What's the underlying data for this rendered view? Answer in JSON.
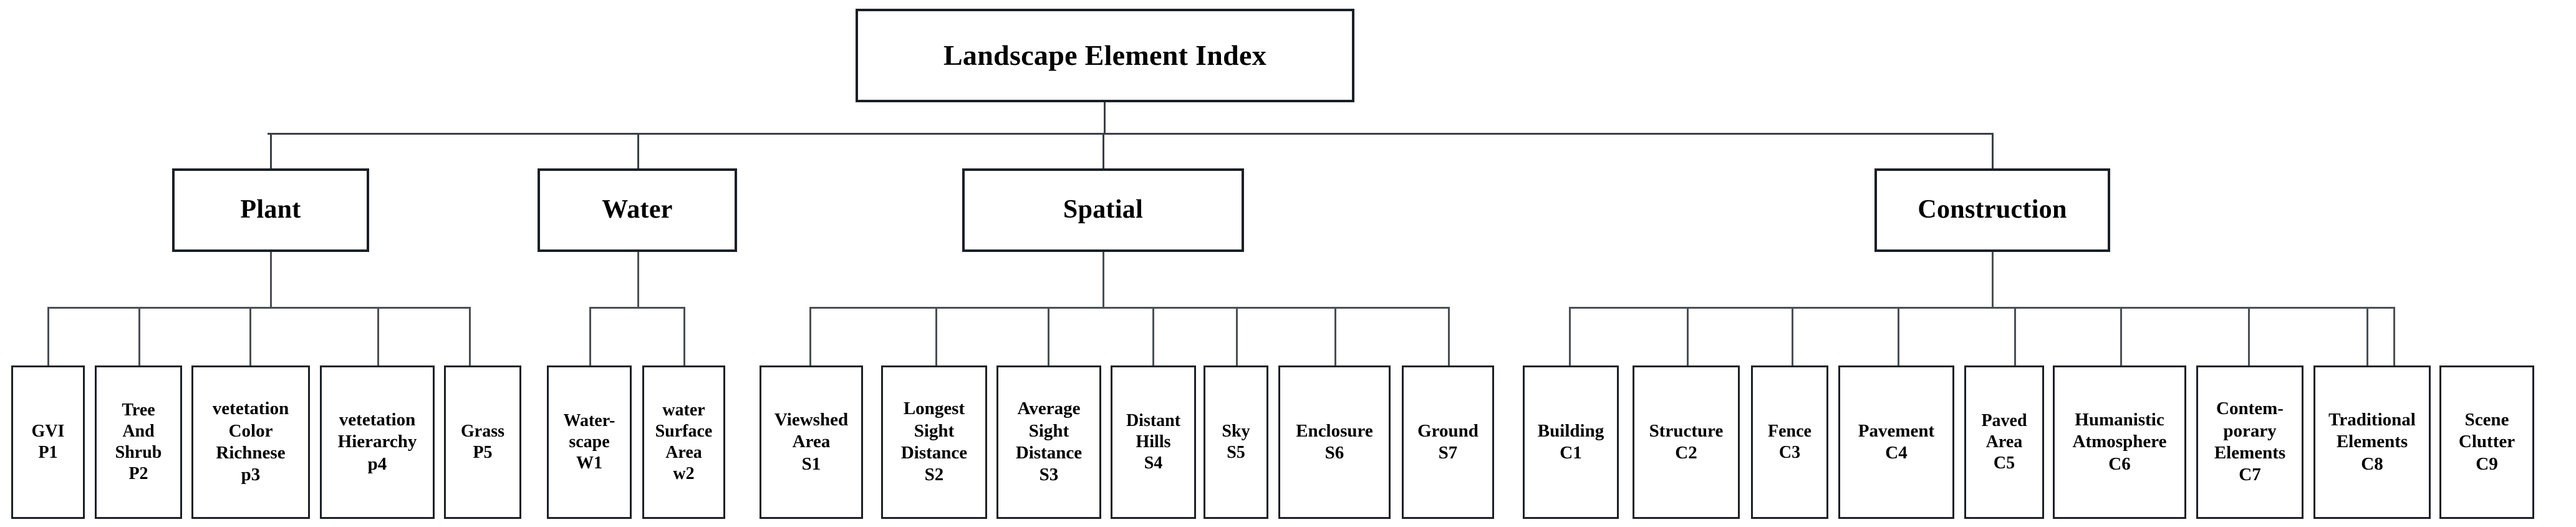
{
  "diagram": {
    "title": "Landscape Element Index",
    "type": "hierarchy-tree",
    "levels": 3,
    "root": {
      "label": "Landscape Element Index"
    },
    "categories": [
      {
        "label": "Plant"
      },
      {
        "label": "Water"
      },
      {
        "label": "Spatial"
      },
      {
        "label": "Construction"
      }
    ],
    "leaves": {
      "plant": [
        {
          "name": "GVI",
          "code": "P1",
          "text": "GVI\nP1"
        },
        {
          "name": "Tree And Shrub",
          "code": "P2",
          "text": "Tree\nAnd\nShrub\nP2"
        },
        {
          "name": "vetetation Color Richnese",
          "code": "p3",
          "text": "vetetation\nColor\nRichnese\np3"
        },
        {
          "name": "vetetation Hierarchy",
          "code": "p4",
          "text": "vetetation\nHierarchy\np4"
        },
        {
          "name": "Grass",
          "code": "P5",
          "text": "Grass\nP5"
        }
      ],
      "water": [
        {
          "name": "Water-scape",
          "code": "W1",
          "text": "Water-\nscape\nW1"
        },
        {
          "name": "water Surface Area",
          "code": "w2",
          "text": "water\nSurface\nArea\nw2"
        }
      ],
      "spatial": [
        {
          "name": "Viewshed Area",
          "code": "S1",
          "text": "Viewshed\nArea\nS1"
        },
        {
          "name": "Longest Sight Distance",
          "code": "S2",
          "text": "Longest\nSight\nDistance\nS2"
        },
        {
          "name": "Average Sight Distance",
          "code": "S3",
          "text": "Average\nSight\nDistance\nS3"
        },
        {
          "name": "Distant Hills",
          "code": "S4",
          "text": "Distant\nHills\nS4"
        },
        {
          "name": "Sky",
          "code": "S5",
          "text": "Sky\nS5"
        },
        {
          "name": "Enclosure",
          "code": "S6",
          "text": "Enclosure\nS6"
        },
        {
          "name": "Ground",
          "code": "S7",
          "text": "Ground\nS7"
        }
      ],
      "construction": [
        {
          "name": "Building",
          "code": "C1",
          "text": "Building\nC1"
        },
        {
          "name": "Structure",
          "code": "C2",
          "text": "Structure\nC2"
        },
        {
          "name": "Fence",
          "code": "C3",
          "text": "Fence\nC3"
        },
        {
          "name": "Pavement",
          "code": "C4",
          "text": "Pavement\nC4"
        },
        {
          "name": "Paved Area",
          "code": "C5",
          "text": "Paved\nArea\nC5"
        },
        {
          "name": "Humanistic Atmosphere",
          "code": "C6",
          "text": "Humanistic\nAtmosphere\nC6"
        },
        {
          "name": "Contemporary Elements",
          "code": "C7",
          "text": "Contem-\nporary\nElements\nC7"
        },
        {
          "name": "Traditional Elements",
          "code": "C8",
          "text": "Traditional\nElements\nC8"
        },
        {
          "name": "Scene Clutter",
          "code": "C9",
          "text": "Scene\nClutter\nC9"
        }
      ]
    },
    "colors": {
      "box_border": "#1b2026",
      "connector": "#3a4046",
      "background": "#ffffff",
      "text": "#000000"
    }
  }
}
